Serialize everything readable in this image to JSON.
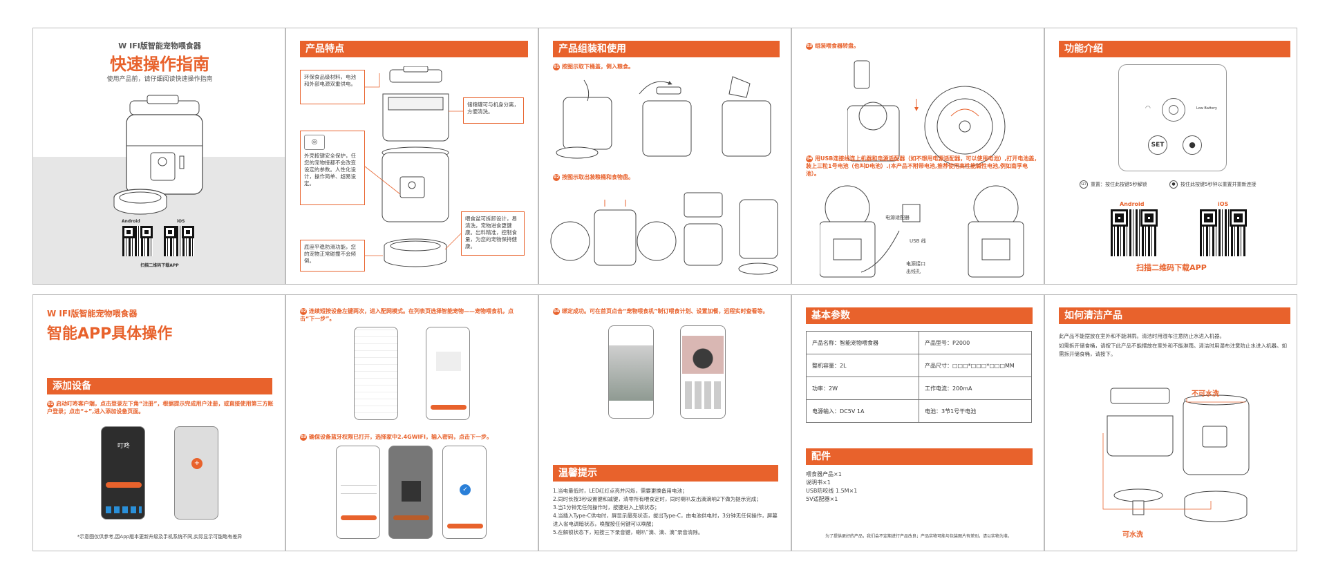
{
  "p1": {
    "subtitle": "W IFI版智能宠物喂食器",
    "title": "快速操作指南",
    "desc": "使用产品前，请仔细阅读快速操作指南",
    "android": "Android",
    "ios": "iOS",
    "scan": "扫描二维码下载APP"
  },
  "p2": {
    "header": "产品特点",
    "b1": "环保食品级材料，电池和外部电源双重供电。",
    "b2": "储粮罐可与机身分离，方便清洗。",
    "b3": "外壳按键安全保护，任您的宠物接都不会改变设定的参数。人性化设计，操作简单、超易设定。",
    "b4": "喂食盆可拆卸设计，易清洗，宠物进食更健康。出料精准，控制食量，为您的宠物保持健康。",
    "b5": "底座平稳防滑功能，您的宠物正常碰撞不会倾倒。"
  },
  "p3": {
    "header": "产品组装和使用",
    "s1_num": "01",
    "s1": "按图示取下桶盖，倒入粮食。",
    "s2_num": "02",
    "s2": "按图示取出装粮桶和食物盘。"
  },
  "p4": {
    "s3_num": "03",
    "s3": "组装喂食器转盘。",
    "s4_num": "04",
    "s4": "用USB连接线连上机器和电源适配器（如不想用电源适配器，可以使用电池）,打开电池盖，装上三粒1号电池（也叫D电池）.(本产品不附带电池,推荐使用高性能碱性电池,例如南孚电池）。",
    "adapter": "电源适配器",
    "usb": "USB 线",
    "port": "电源接口",
    "outlet": "出线孔"
  },
  "p5": {
    "header": "功能介绍",
    "lowbattery": "Low Battery",
    "set": "SET",
    "reset_label": "重置：按住此按键5秒解锁",
    "unlock_label": "按住此按键5秒钟以重置并重新连接",
    "android": "Android",
    "ios": "iOS",
    "scan": "扫描二维码下载APP"
  },
  "p6": {
    "subtitle": "W IFI版智能宠物喂食器",
    "title": "智能APP具体操作",
    "header": "添加设备",
    "s1_num": "01",
    "s1": "启动叮咚客户端，点击登录左下角“注册”，根据提示完成用户注册，或直接使用第三方账户登录；点击“+”,进入添加设备页面。",
    "footnote": "*示意图仅供参考,因App版本更新升级及手机系统不同,实际显示可能略有差异",
    "phone_text": "叮咚"
  },
  "p7": {
    "s2_num": "02",
    "s2": "连续短按设备左键两次，进入配网模式。在列表页选择智能宠物——宠物喂食机，点击“下一步”。",
    "s3_num": "03",
    "s3": "确保设备蓝牙权限已打开，选择家中2.4GWIFI，输入密码，点击下一步。"
  },
  "p8": {
    "s4_num": "04",
    "s4": "绑定成功。可在首页点击“宠物喂食机”制订喂食计划、设置加餐，远程实时查看等。",
    "header": "温馨提示",
    "tips": [
      "1.当电量低时，LED红灯点亮并闪烁，需要更换备用电池；",
      "2.同时长按3秒设置键和减键，清零所有喂食定时，同时喇叭发出滴滴响2下做为提示完成；",
      "3.当1分钟无任何操作时，按键进入上锁状态；",
      "4.当插入Type-C供电时，屏显示最亮状态，拔出Type-C，由电池供电时，3分钟无任何操作，屏幕进入省电调暗状态，唤醒按任何键可以唤醒；",
      "5.在解锁状态下，短按三下录音键，喇叭“滴、滴、滴”录音清除。"
    ]
  },
  "p9": {
    "header": "基本参数",
    "rows": [
      [
        "产品名称：智能宠物喂食器",
        "产品型号：P2000"
      ],
      [
        "整机容量：2L",
        "产品尺寸：□□□*□□□*□□□MM"
      ],
      [
        "功率：2W",
        "工作电流：200mA"
      ],
      [
        "电源输入：DC5V 1A",
        "电池：3节1号干电池"
      ]
    ],
    "header2": "配件",
    "parts": [
      "喂食器产品×1",
      "说明书×1",
      "USB防咬线 1.5M×1",
      "5V适配器×1"
    ],
    "footer": "为了提供更好的产品，我们会不定期进行产品改良；产品实物可能与包装图片有差别，请以实物为准。"
  },
  "p10": {
    "header": "如何清洁产品",
    "text1": "此产品不能摆放在室外和不能淋雨。清洁时用湿布注意防止水进入机器。",
    "text2": "如需拆开储食桶，请按下此产品不能摆放在室外和不能淋雨。清洁时用湿布注意防止水进入机器。如需拆开储食桶，请按下。",
    "nowash": "不可水洗",
    "wash": "可水洗"
  },
  "colors": {
    "accent": "#e8622c"
  }
}
